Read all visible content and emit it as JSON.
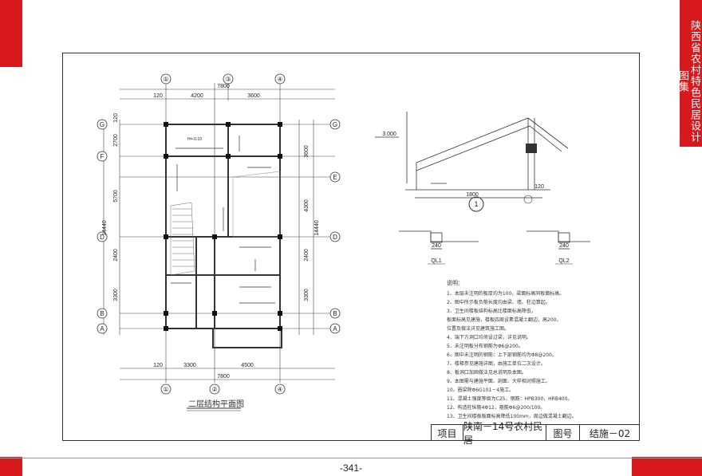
{
  "side_title": "陕西省农村特色民居设计图集",
  "page_number": "-341-",
  "plan": {
    "title": "二层结构平面图",
    "axis_bubbles_top": [
      "①",
      "③",
      "④"
    ],
    "axis_bubbles_bottom": [
      "①",
      "②",
      "④"
    ],
    "axis_bubbles_left": [
      "G",
      "F",
      "D",
      "B",
      "A"
    ],
    "axis_bubbles_right": [
      "G",
      "E",
      "D",
      "B",
      "A"
    ],
    "dim_top_total": "7800",
    "dim_top": [
      "4200",
      "3600"
    ],
    "dim_bottom_total": "7800",
    "dim_bottom": [
      "3300",
      "4500"
    ],
    "dim_left_total": "14440",
    "dim_left": [
      "2700",
      "5700",
      "2400",
      "3300"
    ],
    "dim_right_total": "14440",
    "dim_right": [
      "3600",
      "4300",
      "2400",
      "3300"
    ],
    "edge_120": "120",
    "room_label": "H=-0.10"
  },
  "section": {
    "elev": "3.000",
    "dim_width": "1800",
    "dim_120": "120",
    "callout": "1",
    "beam1": "QL1",
    "beam2": "QL2",
    "dim_240a": "240",
    "dim_240b": "240"
  },
  "notes": {
    "heading": "说明：",
    "items": [
      "1、本层未注明的板厚均为100，梁面标高同板面标高。",
      "2、图中所示板负筋长度均由梁、墙、柱边算起。",
      "3、卫生间楼板结构标高比楼面标高降低，",
      "   板面标高见建施，楼板四周设素混凝土翻边，高200。",
      "   位置及做法详见建筑施工图。",
      "4、端下方洞口均须设过梁，详见说明。",
      "5、未注明板分布钢筋为Φ6@200。",
      "6、图中未注明的钢筋：上下部钢筋均为Φ8@200。",
      "7、楼梯参见建施详图，由施工单位二次设计。",
      "8、板洞口加固做法见总说明及本图。",
      "9、本图需与建施平面、剖面、大样相对照施工。",
      "10、圈梁除Φ6G101－4施工。",
      "11、混凝土强度等级为C25，钢筋：HPB300，HRB400。",
      "12、构造柱纵筋4Φ12，箍筋Φ6@200/100。",
      "13、卫生间楼板板面标高降低100mm，周边做混凝土翻边。"
    ]
  },
  "titleblock": {
    "project_label": "项目",
    "project_name": "陕南－14号农村民居",
    "drawing_no_label": "图号",
    "drawing_no": "结施－02"
  }
}
